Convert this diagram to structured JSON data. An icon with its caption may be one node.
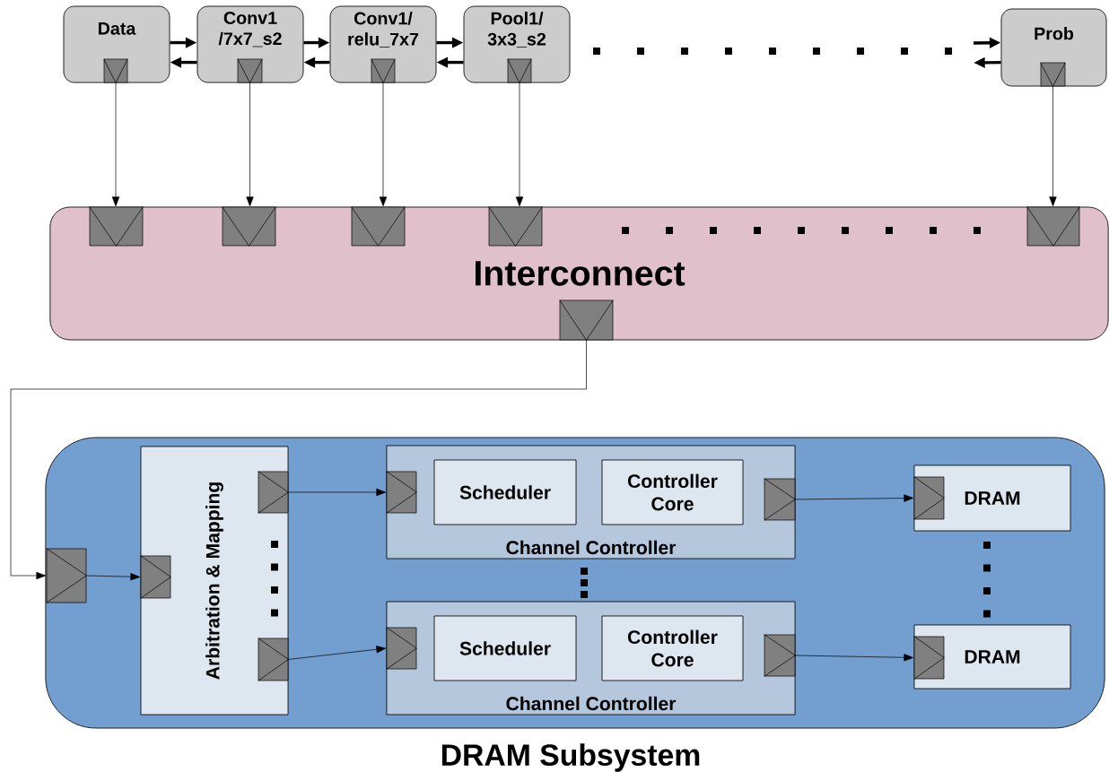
{
  "diagram": {
    "nodes": [
      {
        "text": [
          "Data"
        ]
      },
      {
        "text": [
          "Conv1 /7x7_s2"
        ]
      },
      {
        "text": [
          "Conv1/ relu_7x7"
        ]
      },
      {
        "text": [
          "Pool1/ 3x3_s2"
        ]
      },
      {
        "text": [
          "Prob"
        ]
      },
      {
        "text": [],
        "shape": "box",
        "in": 0
      },
      {
        "text": [],
        "shape": "box",
        "in": 1
      },
      {
        "text": [],
        "shape": "box",
        "in": 2
      },
      {
        "text": [],
        "shape": "box",
        "in": 3
      },
      {
        "text": [],
        "shape": "box",
        "in": 4
      },
      {
        "text": [
          "Interconnect"
        ]
      },
      {
        "text": [],
        "shape": "box",
        "in": 10
      },
      {
        "text": [],
        "shape": "box",
        "in": 10
      },
      {
        "text": [],
        "shape": "box",
        "in": 10
      },
      {
        "text": [],
        "shape": "box",
        "in": 10
      },
      {
        "text": [],
        "shape": "box",
        "in": 10
      },
      {
        "text": [],
        "shape": "box",
        "in": 10
      },
      {
        "text": [
          "DRAM Subsystem"
        ]
      },
      {
        "text": [],
        "shape": "box",
        "in": 17
      },
      {
        "text": [
          "Arbitration & Mapping"
        ],
        "in": 17
      },
      {
        "text": [],
        "shape": "box",
        "in": 19
      },
      {
        "text": [],
        "shape": "box",
        "in": 19
      },
      {
        "text": [],
        "shape": "box",
        "in": 19
      },
      {
        "text": [
          "Channel Controller"
        ],
        "in": 17
      },
      {
        "text": [],
        "shape": "box",
        "in": 23
      },
      {
        "text": [
          "Scheduler"
        ],
        "in": 23
      },
      {
        "text": [
          "Controller Core"
        ],
        "in": 23
      },
      {
        "text": [],
        "shape": "box",
        "in": 23
      },
      {
        "text": [
          "Channel Controller"
        ],
        "in": 17
      },
      {
        "text": [],
        "shape": "box",
        "in": 28
      },
      {
        "text": [
          "Scheduler"
        ],
        "in": 28
      },
      {
        "text": [
          "Controller Core"
        ],
        "in": 28
      },
      {
        "text": [],
        "shape": "box",
        "in": 28
      },
      {
        "text": [
          "DRAM"
        ],
        "in": 17
      },
      {
        "text": [],
        "shape": "box",
        "in": 33
      },
      {
        "text": [
          "DRAM"
        ],
        "in": 17
      },
      {
        "text": [],
        "shape": "box",
        "in": 35
      }
    ],
    "edges": [
      {
        "from": 0,
        "to": 1,
        "arrow": "to",
        "style": "thick"
      },
      {
        "from": 1,
        "to": 0,
        "arrow": "to",
        "style": "thick"
      },
      {
        "from": 1,
        "to": 2,
        "arrow": "to",
        "style": "thick"
      },
      {
        "from": 2,
        "to": 1,
        "arrow": "to",
        "style": "thick"
      },
      {
        "from": 2,
        "to": 3,
        "arrow": "to",
        "style": "thick"
      },
      {
        "from": 3,
        "to": 2,
        "arrow": "to",
        "style": "thick"
      },
      {
        "from": null,
        "to": 4,
        "arrow": "to",
        "style": "thick"
      },
      {
        "from": 4,
        "to": null,
        "arrow": "to",
        "style": "thick"
      },
      {
        "from": 5,
        "to": 11,
        "arrow": "to"
      },
      {
        "from": 6,
        "to": 12,
        "arrow": "to"
      },
      {
        "from": 7,
        "to": 13,
        "arrow": "to"
      },
      {
        "from": 8,
        "to": 14,
        "arrow": "to"
      },
      {
        "from": 9,
        "to": 15,
        "arrow": "to"
      },
      {
        "from": 16,
        "to": 18,
        "arrow": "to"
      },
      {
        "from": 18,
        "to": 20,
        "arrow": "to"
      },
      {
        "from": 21,
        "to": 24,
        "arrow": "to"
      },
      {
        "from": 22,
        "to": 29,
        "arrow": "to"
      },
      {
        "from": 27,
        "to": 34,
        "arrow": "to"
      },
      {
        "from": 32,
        "to": 36,
        "arrow": "to"
      }
    ]
  }
}
